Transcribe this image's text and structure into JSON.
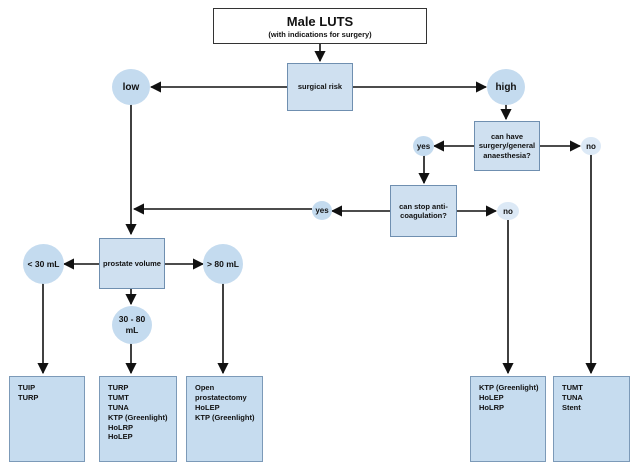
{
  "title": {
    "main": "Male LUTS",
    "sub": "(with indications for surgery)"
  },
  "nodes": {
    "surgical_risk": "surgical risk",
    "low": "low",
    "high": "high",
    "can_have_surgery": "can have surgery/general anaesthesia?",
    "yes_1": "yes",
    "no_1": "no",
    "can_stop_anticoag": "can stop anti-coagulation?",
    "yes_2": "yes",
    "no_2": "no",
    "prostate_volume": "prostate volume",
    "lt_30": "< 30 mL",
    "range_30_80": "30 - 80 mL",
    "gt_80": "> 80 mL"
  },
  "outcomes": {
    "lt_30": [
      "TUIP",
      "TURP"
    ],
    "range_30_80": [
      "TURP",
      "TUMT",
      "TUNA",
      "KTP (Greenlight)",
      "HoLRP",
      "HoLEP"
    ],
    "gt_80": [
      "Open",
      "prostatectomy",
      "HoLEP",
      "KTP (Greenlight)"
    ],
    "no_anticoag": [
      "KTP (Greenlight)",
      "HoLEP",
      "HoLRP"
    ],
    "no_surgery": [
      "TUMT",
      "TUNA",
      "Stent"
    ]
  }
}
